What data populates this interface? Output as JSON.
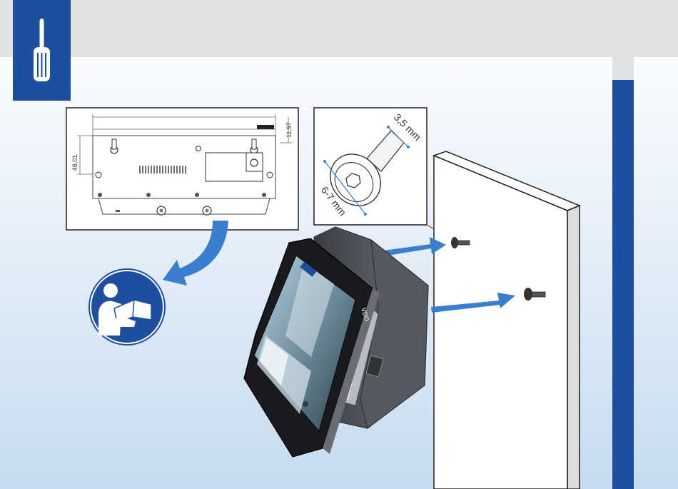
{
  "header": {
    "icon": "screwdriver-icon"
  },
  "sidebar": {
    "color": "#1d4f9e"
  },
  "colors": {
    "brand_blue": "#1d4f9e",
    "arrow_blue": "#3a7fcf",
    "bg_top": "#ffffff",
    "bg_bottom": "#c6dcf0"
  },
  "drawing": {
    "height_dim": "48,01",
    "offset_dim": "11,97"
  },
  "screw_detail": {
    "length_dim": "3,5 mm",
    "head_dim": "6-7 mm"
  },
  "device": {
    "logo": "VDO"
  },
  "manual_sign": {
    "icon": "read-manual-icon"
  }
}
